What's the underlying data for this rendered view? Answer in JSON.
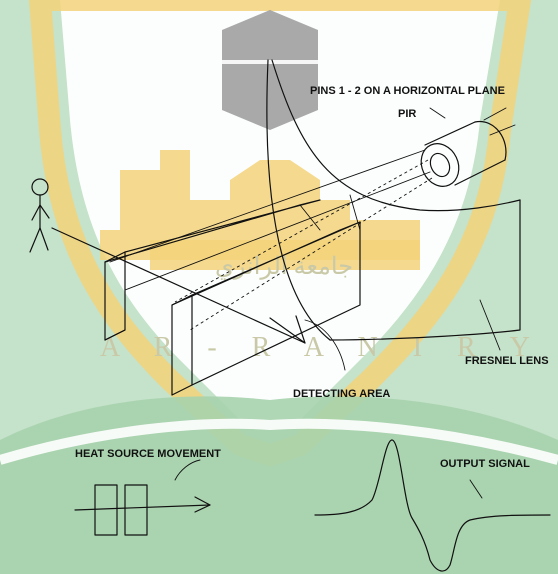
{
  "labels": {
    "pins": "PINS 1 - 2 ON A HORIZONTAL PLANE",
    "pir": "PIR",
    "fresnel_lens": "FRESNEL LENS",
    "detecting_area": "DETECTING AREA",
    "heat_source_movement": "HEAT SOURCE MOVEMENT",
    "output_signal": "OUTPUT SIGNAL"
  },
  "watermark": {
    "latin": "A R - R A N I R Y",
    "arabic": "جامعة الرانري"
  },
  "colors": {
    "green": "#8fc79a",
    "yellow": "#f3d27a",
    "white": "#ffffff",
    "ink": "#111111",
    "slate": "#9a9a9a"
  }
}
